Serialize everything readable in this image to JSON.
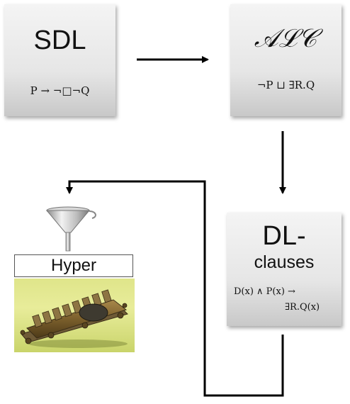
{
  "boxes": {
    "sdl": {
      "title": "SDL",
      "formula": "P → ¬□¬Q"
    },
    "alc": {
      "title": "𝒜ℒ𝒞",
      "formula": "¬P ⊔ ∃R.Q"
    },
    "dl": {
      "title": "DL-",
      "subtitle": "clauses",
      "formula_line1": "D(x) ∧ P(x) →",
      "formula_line2": "∃R.Q(x)"
    }
  },
  "hyper": {
    "label": "Hyper"
  },
  "colors": {
    "arrow": "#000000",
    "box_top": "#f4f4f4",
    "box_bottom": "#c8c8c8",
    "photo_bg": "#dfe58a"
  }
}
